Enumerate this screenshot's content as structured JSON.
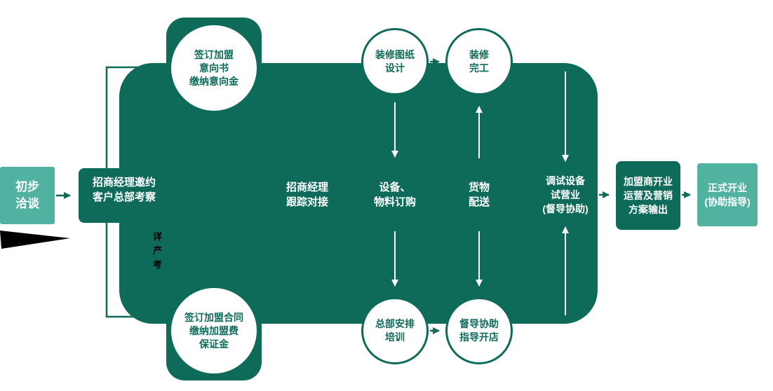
{
  "colors": {
    "dark_teal": "#0e6a59",
    "light_teal": "#52b2a2",
    "white": "#ffffff",
    "black": "#000000"
  },
  "flow": {
    "start_box": {
      "lines": [
        "初步",
        "洽谈"
      ]
    },
    "main_steps": [
      {
        "id": "invite",
        "lines": [
          "招商经理邀约",
          "客户总部考察"
        ]
      },
      {
        "id": "follow",
        "lines": [
          "招商经理",
          "跟踪对接"
        ]
      },
      {
        "id": "order",
        "lines": [
          "设备、",
          "物料订购"
        ]
      },
      {
        "id": "delivery",
        "lines": [
          "货物",
          "配送"
        ]
      },
      {
        "id": "trial",
        "lines": [
          "调试设备",
          "试营业",
          "(督导协助)"
        ]
      }
    ],
    "top_circles": [
      {
        "id": "intent",
        "lines": [
          "签订加盟",
          "意向书",
          "缴纳意向金"
        ]
      },
      {
        "id": "design",
        "lines": [
          "装修图纸",
          "设计"
        ]
      },
      {
        "id": "done",
        "lines": [
          "装修",
          "完工"
        ]
      }
    ],
    "bottom_circles": [
      {
        "id": "contract",
        "lines": [
          "签订加盟合同",
          "缴纳加盟费",
          "保证金"
        ]
      },
      {
        "id": "training",
        "lines": [
          "总部安排",
          "培训"
        ]
      },
      {
        "id": "guide",
        "lines": [
          "督导协助",
          "指导开店"
        ]
      }
    ],
    "end_boxes": [
      {
        "id": "output",
        "lines": [
          "加盟商开业",
          "运营及营销",
          "方案输出"
        ]
      },
      {
        "id": "open",
        "lines": [
          "正式开业",
          "(协助指导)"
        ]
      }
    ],
    "artifact_text": {
      "lines": [
        "详",
        "产",
        "考"
      ]
    }
  }
}
